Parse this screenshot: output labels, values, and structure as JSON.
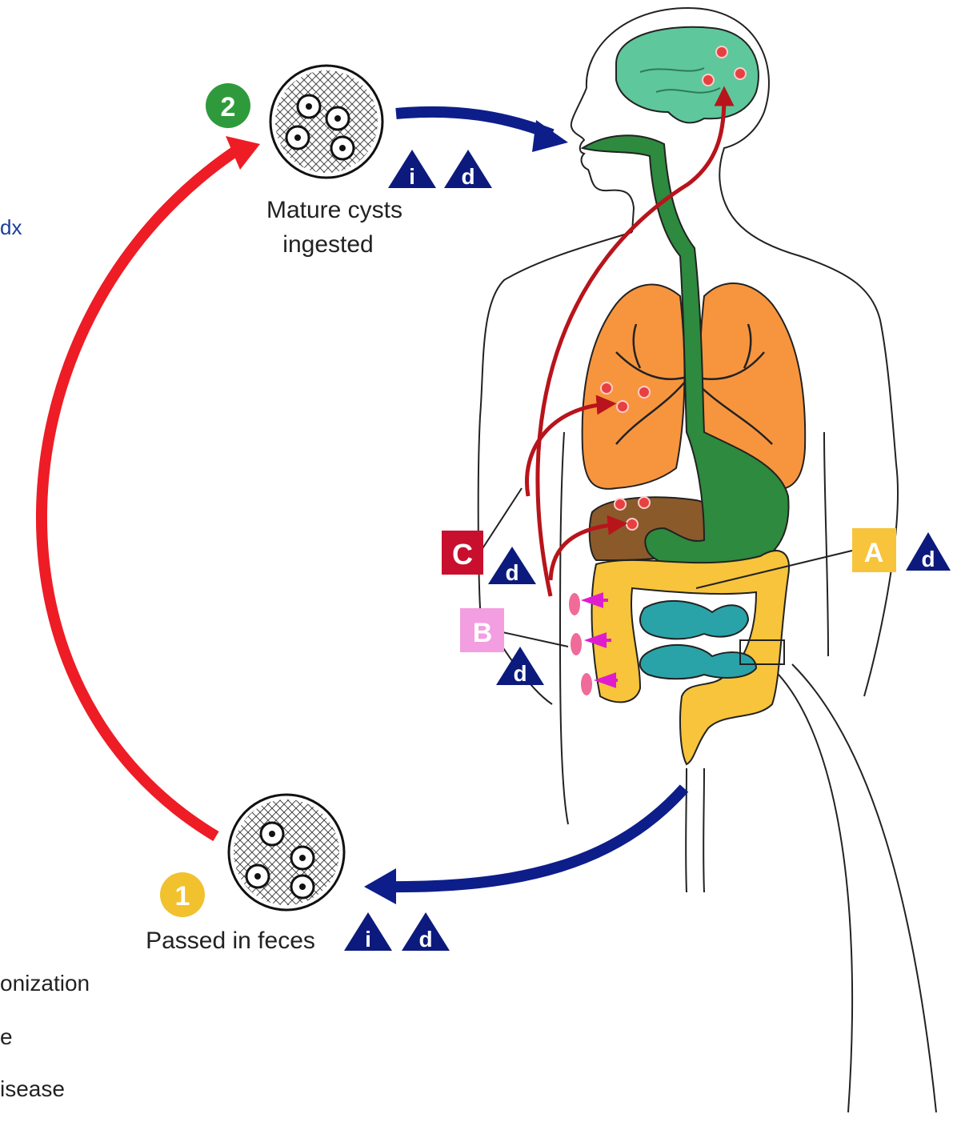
{
  "stages": {
    "stage2": {
      "number": "2",
      "label_line1": "Mature cysts",
      "label_line2": "ingested",
      "badge_color": "#2e9a3c"
    },
    "stage1": {
      "number": "1",
      "label": "Passed in feces",
      "badge_color": "#f2c12e"
    }
  },
  "stage_markers": {
    "infective": "i",
    "diagnostic": "d"
  },
  "sites": {
    "A": {
      "label": "A",
      "color": "#f7c43b",
      "marker": "d"
    },
    "B": {
      "label": "B",
      "color": "#f29ee0",
      "marker": "d"
    },
    "C": {
      "label": "C",
      "color": "#c8102e",
      "marker": "d"
    }
  },
  "legend_fragments": {
    "top": "dx",
    "stub": "",
    "colonization": "onization",
    "e_line": "e",
    "disease": "isease"
  },
  "colors": {
    "cycle_red": "#ee1c25",
    "arrow_blue": "#0d1e8a",
    "marker_navy": "#0c1a7e",
    "brain": "#5ec79c",
    "lung": "#f7953e",
    "liver": "#8b5a2b",
    "gi_tract": "#2d8a3e",
    "colon": "#f7c43b",
    "small_intestine": "#2aa3a8"
  }
}
